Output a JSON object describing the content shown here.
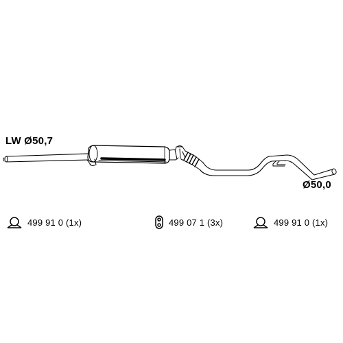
{
  "labels": {
    "inlet": "LW Ø50,7",
    "outlet": "Ø50,0"
  },
  "parts": [
    {
      "icon": "clamp-icon",
      "text": "499 91 0 (1x)"
    },
    {
      "icon": "rubber-hanger-icon",
      "text": "499 07 1 (3x)"
    },
    {
      "icon": "clamp-icon",
      "text": "499 91 0 (1x)"
    }
  ],
  "colors": {
    "line": "#000000",
    "background": "#ffffff"
  }
}
